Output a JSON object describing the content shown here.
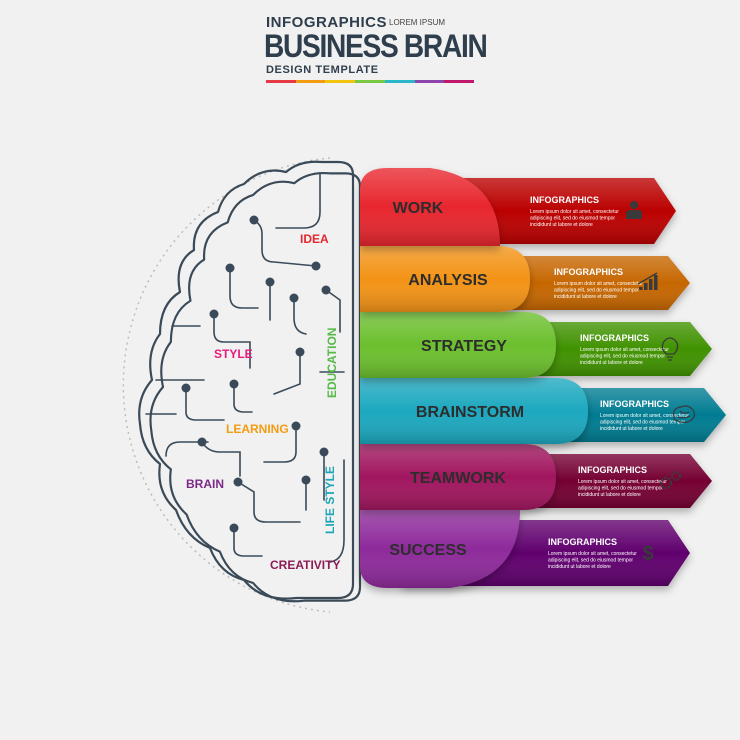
{
  "header": {
    "kicker": "INFOGRAPHICS",
    "lorem": "LOREM IPSUM",
    "title": "BUSINESS BRAIN",
    "subtitle": "DESIGN TEMPLATE",
    "bar_colors": [
      "#e63946",
      "#f39c12",
      "#f1c40f",
      "#7ac943",
      "#2ab7ca",
      "#8e44ad",
      "#c0196b"
    ]
  },
  "brain": {
    "labels": [
      {
        "text": "IDEA",
        "color": "#e4282d"
      },
      {
        "text": "STYLE",
        "color": "#e8197d"
      },
      {
        "text": "EDUCATION",
        "color": "#56b948"
      },
      {
        "text": "LEARNING",
        "color": "#f39c12"
      },
      {
        "text": "BRAIN",
        "color": "#7b2a86"
      },
      {
        "text": "LIFE STYLE",
        "color": "#1ea5b8"
      },
      {
        "text": "CREATIVITY",
        "color": "#8c1d54"
      }
    ]
  },
  "steps": [
    {
      "label": "WORK",
      "info_title": "INFOGRAPHICS",
      "info_text": [
        "Lorem ipsum dolor sit amet, consectetur",
        "adipiscing elit, sed do eiusmod tempor",
        "incididunt ut labore et dolore"
      ],
      "icon": "person-icon",
      "color": "#e8272f"
    },
    {
      "label": "ANALYSIS",
      "info_title": "INFOGRAPHICS",
      "info_text": [
        "Lorem ipsum dolor sit amet, consectetur",
        "adipiscing elit, sed do eiusmod tempor",
        "incididunt ut labore et dolore"
      ],
      "icon": "chart-icon",
      "color": "#f39314"
    },
    {
      "label": "STRATEGY",
      "info_title": "INFOGRAPHICS",
      "info_text": [
        "Lorem ipsum dolor sit amet, consectetur",
        "adipiscing elit, sed do eiusmod tempor",
        "incididunt ut labore et dolore"
      ],
      "icon": "lightbulb-icon",
      "color": "#6cbf2e"
    },
    {
      "label": "BRAINSTORM",
      "info_title": "INFOGRAPHICS",
      "info_text": [
        "Lorem ipsum dolor sit amet, consectetur",
        "adipiscing elit, sed do eiusmod tempor",
        "incididunt ut labore et dolore"
      ],
      "icon": "brain-icon",
      "color": "#1ba8bf"
    },
    {
      "label": "TEAMWORK",
      "info_title": "INFOGRAPHICS",
      "info_text": [
        "Lorem ipsum dolor sit amet, consectetur",
        "adipiscing elit, sed do eiusmod tempor",
        "incididunt ut labore et dolore"
      ],
      "icon": "gears-icon",
      "color": "#a1145f"
    },
    {
      "label": "SUCCESS",
      "info_title": "INFOGRAPHICS",
      "info_text": [
        "Lorem ipsum dolor sit amet, consectetur",
        "adipiscing elit, sed do eiusmod tempor",
        "incididunt ut labore et dolore"
      ],
      "icon": "dollar-icon",
      "color": "#8e2a9b"
    }
  ]
}
